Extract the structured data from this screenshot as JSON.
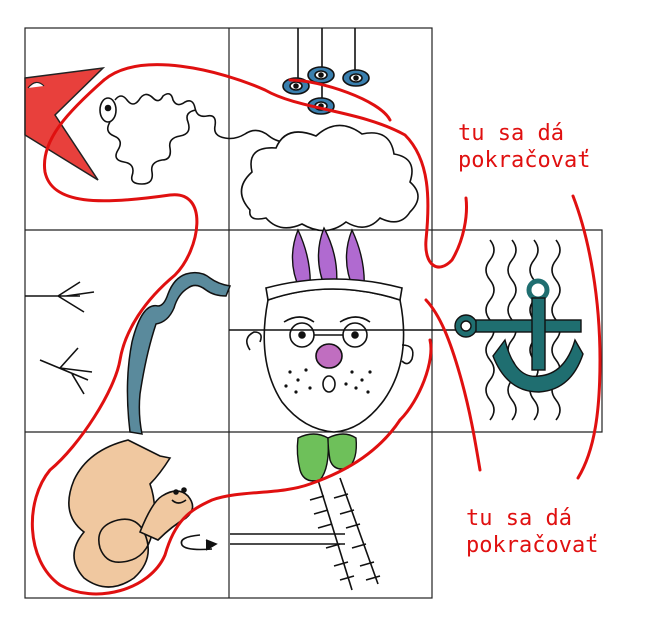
{
  "colors": {
    "red_line": "#e01010",
    "grid": "#222222",
    "star": "#e8403c",
    "snake": "#5a8a9c",
    "worm": "#f0c8a0",
    "flame": "#b06ad0",
    "anchor": "#1f6e70",
    "eye": "#3a7fae",
    "nose": "#c06ec0",
    "beard": "#6ec05a"
  },
  "annotations": {
    "top": {
      "line1": "tu sa dá",
      "line2": "pokračovať"
    },
    "bottom": {
      "line1": "tu sa dá",
      "line2": "pokračovať"
    }
  },
  "icons": [
    "star-icon",
    "squiggle-creature-icon",
    "hanging-eyes-icon",
    "cloud-icon",
    "face-icon",
    "snake-icon",
    "bird-footprint-icon",
    "anchor-icon",
    "waves-icon",
    "worm-icon",
    "arrow-icon",
    "stitched-legs-icon"
  ]
}
